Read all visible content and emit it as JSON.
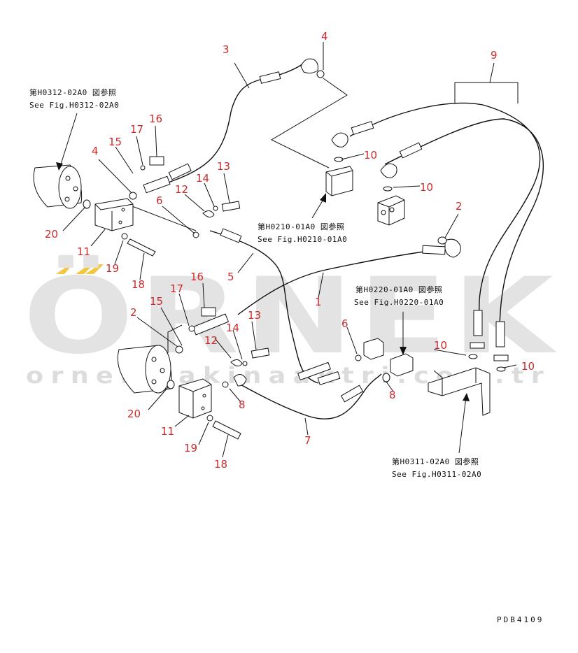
{
  "watermark": {
    "brand": "ÖRNEK",
    "url": "ornekmakinaaktri.com.tr",
    "accent_color": "#f2c744"
  },
  "references": [
    {
      "id": "ref-h0312",
      "jp": "第H0312-02A0 図参照",
      "en": "See Fig.H0312-02A0"
    },
    {
      "id": "ref-h0210",
      "jp": "第H0210-01A0 図参照",
      "en": "See Fig.H0210-01A0"
    },
    {
      "id": "ref-h0220",
      "jp": "第H0220-01A0 図参照",
      "en": "See Fig.H0220-01A0"
    },
    {
      "id": "ref-h0311",
      "jp": "第H0311-02A0 図参照",
      "en": "See Fig.H0311-02A0"
    }
  ],
  "callouts": [
    "3",
    "4",
    "9",
    "15",
    "17",
    "16",
    "4",
    "13",
    "14",
    "12",
    "6",
    "10",
    "10",
    "2",
    "20",
    "11",
    "19",
    "18",
    "5",
    "1",
    "16",
    "17",
    "15",
    "2",
    "13",
    "14",
    "12",
    "6",
    "10",
    "10",
    "20",
    "11",
    "19",
    "18",
    "8",
    "7",
    "8"
  ],
  "drawing_code": "PDB4109"
}
